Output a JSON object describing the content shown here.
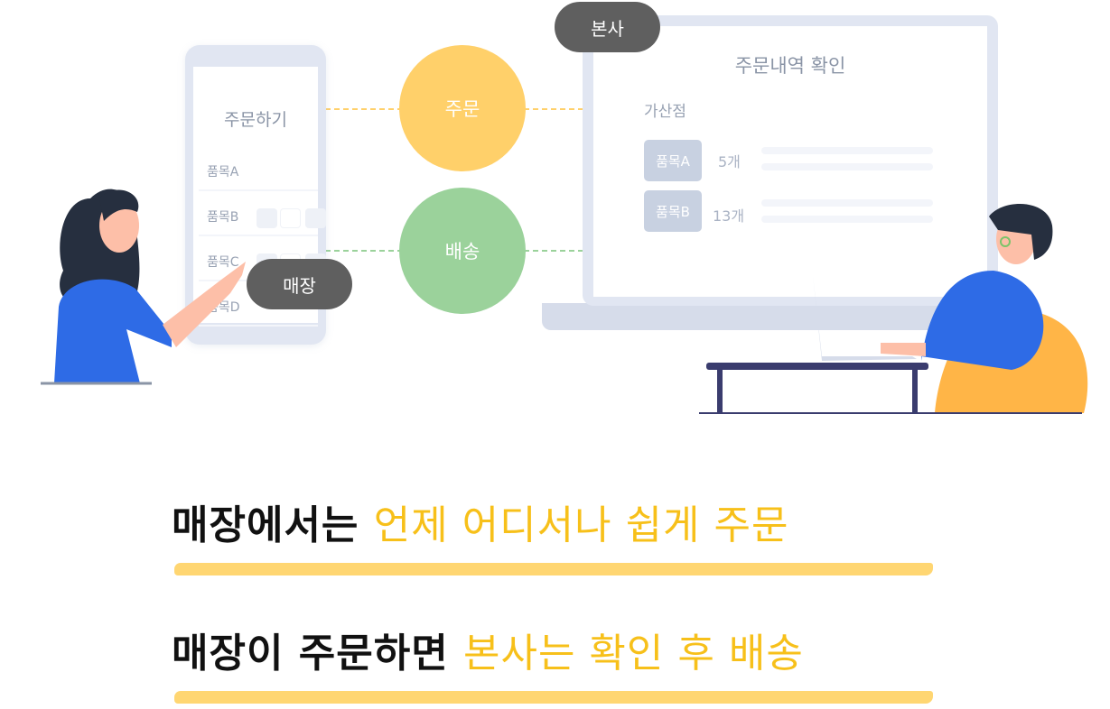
{
  "store_phone": {
    "title": "주문하기",
    "items": [
      "품목A",
      "품목B",
      "품목C",
      "품목D"
    ]
  },
  "flow": {
    "order_label": "주문",
    "delivery_label": "배송"
  },
  "labels": {
    "store": "매장",
    "hq": "본사"
  },
  "hq_monitor": {
    "title": "주문내역 확인",
    "branch": "가산점",
    "orders": [
      {
        "item": "품목A",
        "qty": "5개"
      },
      {
        "item": "품목B",
        "qty": "13개"
      }
    ]
  },
  "headlines": [
    {
      "prefix": "매장에서는 ",
      "highlight": "언제 어디서나 쉽게 주문"
    },
    {
      "prefix": "매장이 주문하면 ",
      "highlight": "본사는 확인 후 배송"
    }
  ],
  "colors": {
    "order": "#ffd06a",
    "delivery": "#9bd29b",
    "highlight": "#f7c01a",
    "pill": "#5f5f5f"
  }
}
